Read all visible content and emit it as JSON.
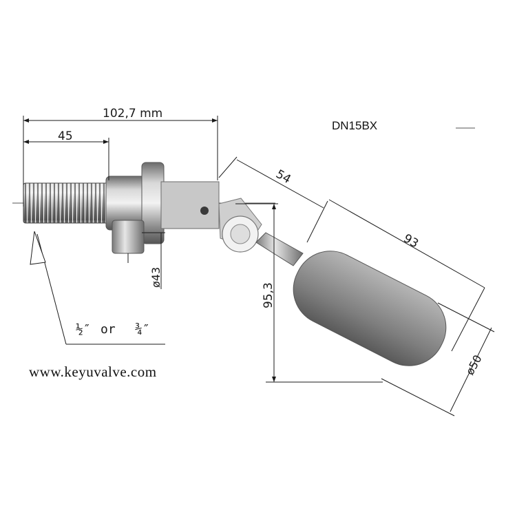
{
  "model": "DN15BX",
  "website": "www.keyuvalve.com",
  "dimensions": {
    "overall_length": "102,7 mm",
    "thread_length": "45",
    "arm_length": "54",
    "float_length": "93",
    "float_drop": "95,3",
    "body_diameter": "ø43",
    "float_diameter": "ø50"
  },
  "thread_note": {
    "half": "½″",
    "or": "or",
    "three_quarter": "¾″"
  }
}
